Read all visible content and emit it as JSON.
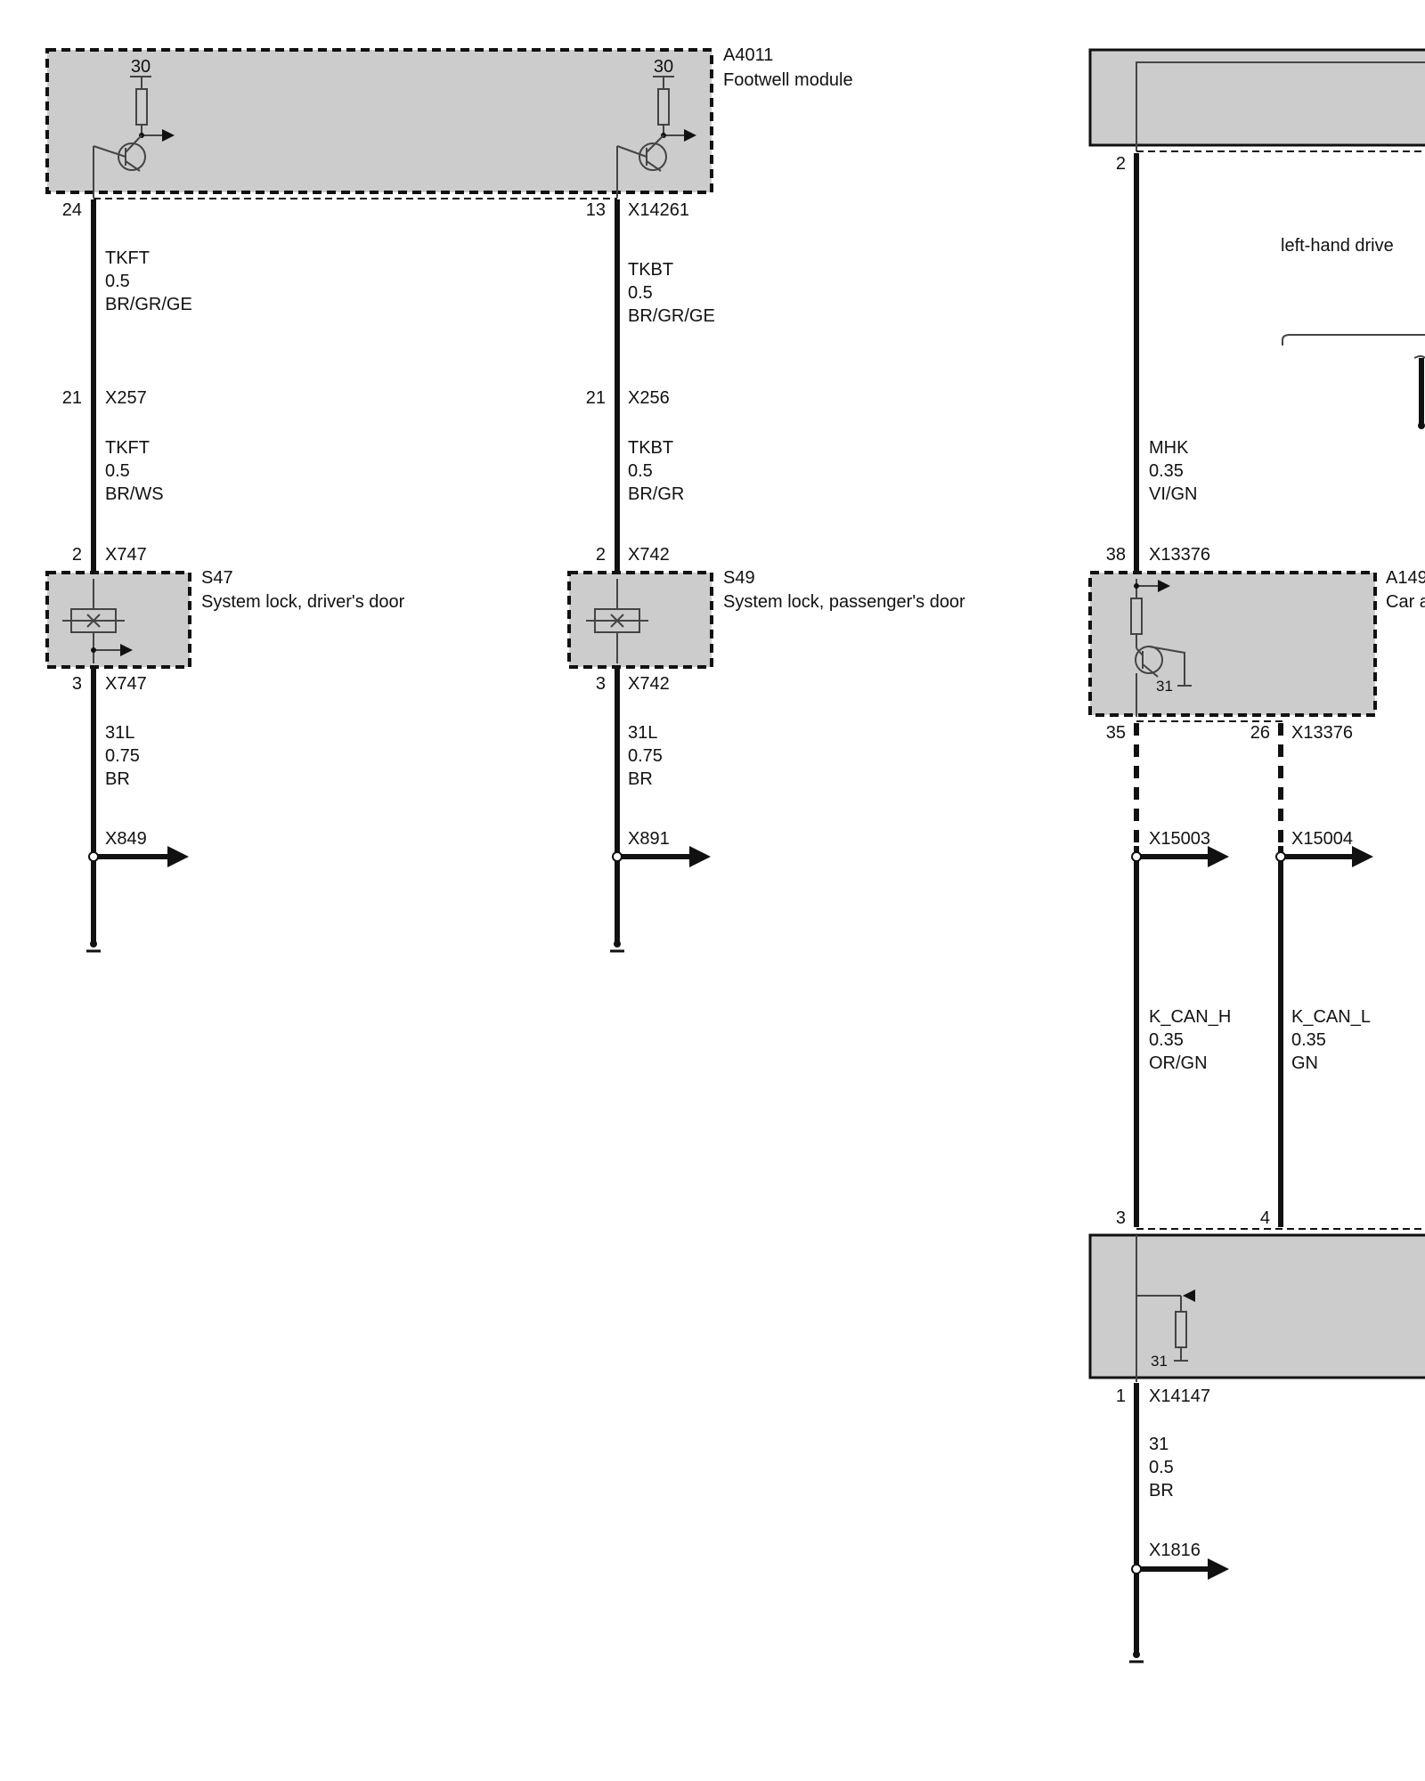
{
  "colors": {
    "box_fill": "#cccccc",
    "wire": "#111111",
    "background": "#ffffff"
  },
  "components": {
    "a4011": {
      "id": "A4011",
      "name": "Footwell module",
      "supply_left": "30",
      "supply_right": "30"
    },
    "s47": {
      "id": "S47",
      "name": "System lock, driver's door"
    },
    "s49": {
      "id": "S49",
      "name": "System lock, passenger's door"
    },
    "a149": {
      "id": "A149",
      "name": "Car a",
      "ground": "31"
    },
    "lower_module": {
      "ground": "31"
    }
  },
  "note": "left-hand drive",
  "circuit_left": {
    "pin_top": "24",
    "w1": {
      "name": "TKFT",
      "size": "0.5",
      "color": "BR/GR/GE"
    },
    "conn_mid": {
      "pin": "21",
      "id": "X257"
    },
    "w2": {
      "name": "TKFT",
      "size": "0.5",
      "color": "BR/WS"
    },
    "conn_in": {
      "pin": "2",
      "id": "X747"
    },
    "conn_out": {
      "pin": "3",
      "id": "X747"
    },
    "w3": {
      "name": "31L",
      "size": "0.75",
      "color": "BR"
    },
    "ground_conn": "X849"
  },
  "circuit_mid": {
    "pin_top": "13",
    "conn_top": "X14261",
    "w1": {
      "name": "TKBT",
      "size": "0.5",
      "color": "BR/GR/GE"
    },
    "conn_mid": {
      "pin": "21",
      "id": "X256"
    },
    "w2": {
      "name": "TKBT",
      "size": "0.5",
      "color": "BR/GR"
    },
    "conn_in": {
      "pin": "2",
      "id": "X742"
    },
    "conn_out": {
      "pin": "3",
      "id": "X742"
    },
    "w3": {
      "name": "31L",
      "size": "0.75",
      "color": "BR"
    },
    "ground_conn": "X891"
  },
  "circuit_right": {
    "pin_top": "2",
    "w1": {
      "name": "MHK",
      "size": "0.35",
      "color": "VI/GN"
    },
    "conn_in": {
      "pin": "38",
      "id": "X13376"
    },
    "pin_can_h": "35",
    "pin_can_l": "26",
    "conn_out": "X13376",
    "splice_h": "X15003",
    "splice_l": "X15004",
    "can_h": {
      "name": "K_CAN_H",
      "size": "0.35",
      "color": "OR/GN"
    },
    "can_l": {
      "name": "K_CAN_L",
      "size": "0.35",
      "color": "GN"
    },
    "pin_h_bottom": "3",
    "pin_l_bottom": "4",
    "pin_ground": "1",
    "conn_bottom": "X14147",
    "w_ground": {
      "name": "31",
      "size": "0.5",
      "color": "BR"
    },
    "ground_conn": "X1816"
  }
}
